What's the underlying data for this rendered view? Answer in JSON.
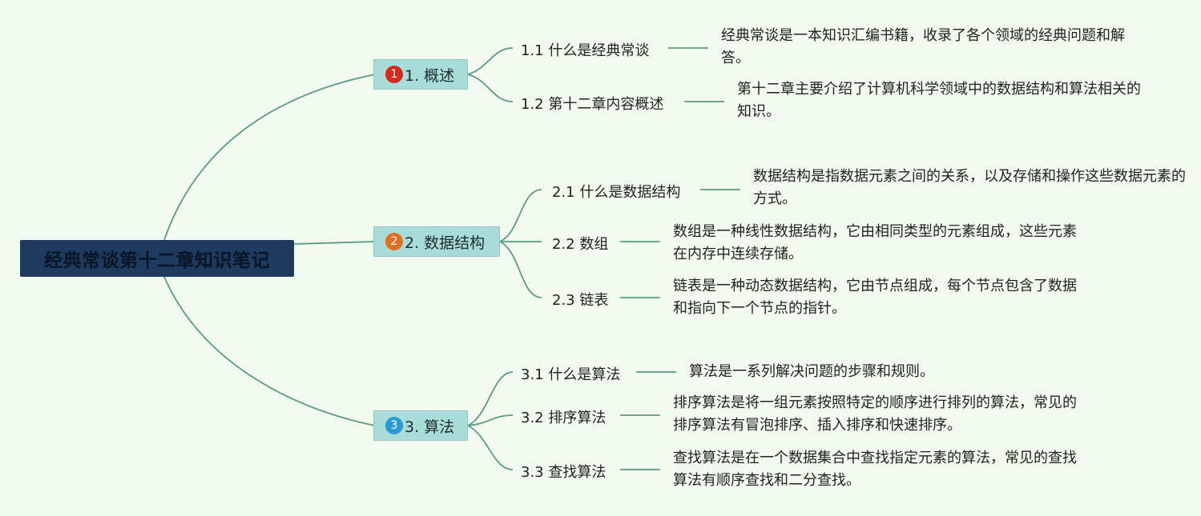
{
  "root": {
    "label": "经典常谈第十二章知识笔记"
  },
  "branches": [
    {
      "marker": "1",
      "label": "1. 概述",
      "color": "#d7271c",
      "children": [
        {
          "label": "1.1 什么是经典常谈",
          "desc": "经典常谈是一本知识汇编书籍，收录了各个领域的经典问题和解答。"
        },
        {
          "label": "1.2 第十二章内容概述",
          "desc": "第十二章主要介绍了计算机科学领域中的数据结构和算法相关的知识。"
        }
      ]
    },
    {
      "marker": "2",
      "label": "2. 数据结构",
      "color": "#e26f1f",
      "children": [
        {
          "label": "2.1 什么是数据结构",
          "desc": "数据结构是指数据元素之间的关系，以及存储和操作这些数据元素的方式。"
        },
        {
          "label": "2.2 数组",
          "desc": "数组是一种线性数据结构，它由相同类型的元素组成，这些元素在内存中连续存储。"
        },
        {
          "label": "2.3 链表",
          "desc": "链表是一种动态数据结构，它由节点组成，每个节点包含了数据和指向下一个节点的指针。"
        }
      ]
    },
    {
      "marker": "3",
      "label": "3. 算法",
      "color": "#2a9ad6",
      "children": [
        {
          "label": "3.1 什么是算法",
          "desc": "算法是一系列解决问题的步骤和规则。"
        },
        {
          "label": "3.2 排序算法",
          "desc": "排序算法是将一组元素按照特定的顺序进行排列的算法，常见的排序算法有冒泡排序、插入排序和快速排序。"
        },
        {
          "label": "3.3 查找算法",
          "desc": "查找算法是在一个数据集合中查找指定元素的算法，常见的查找算法有顺序查找和二分查找。"
        }
      ]
    }
  ]
}
